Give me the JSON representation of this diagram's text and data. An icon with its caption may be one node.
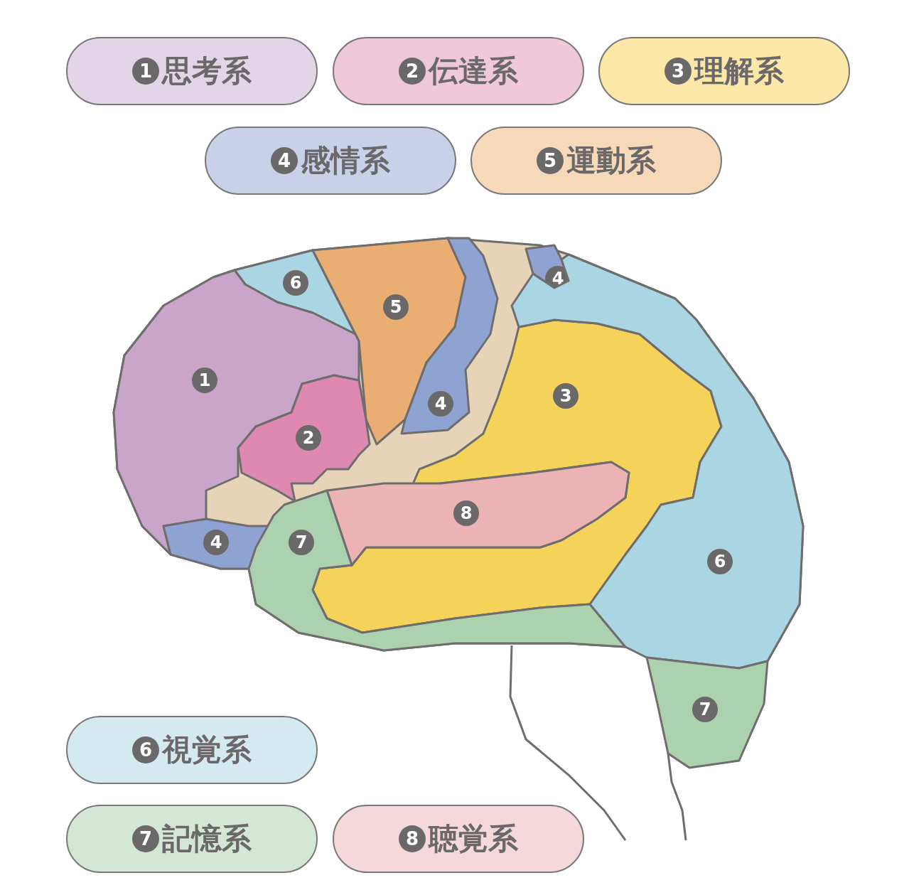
{
  "diagram": {
    "nodes": [
      {
        "text": [
          "1",
          "思考系"
        ]
      },
      {
        "text": [
          "2",
          "伝達系"
        ]
      },
      {
        "text": [
          "3",
          "理解系"
        ]
      },
      {
        "text": [
          "4",
          "感情系"
        ]
      },
      {
        "text": [
          "5",
          "運動系"
        ]
      },
      {
        "text": [
          "4"
        ]
      },
      {
        "text": [
          "6"
        ]
      },
      {
        "text": [
          "5"
        ]
      },
      {
        "text": [
          "1"
        ]
      },
      {
        "text": [
          "3"
        ]
      },
      {
        "text": [
          "4"
        ]
      },
      {
        "text": [
          "2"
        ]
      },
      {
        "text": [
          "8"
        ]
      },
      {
        "text": [
          "4"
        ]
      },
      {
        "text": [
          "7"
        ]
      },
      {
        "text": [
          "6"
        ]
      },
      {
        "text": [
          "7"
        ]
      },
      {
        "text": [
          "6",
          "視覚系"
        ]
      },
      {
        "text": [
          "7",
          "記憶系"
        ]
      },
      {
        "text": [
          "8",
          "聴覚系"
        ]
      }
    ]
  }
}
